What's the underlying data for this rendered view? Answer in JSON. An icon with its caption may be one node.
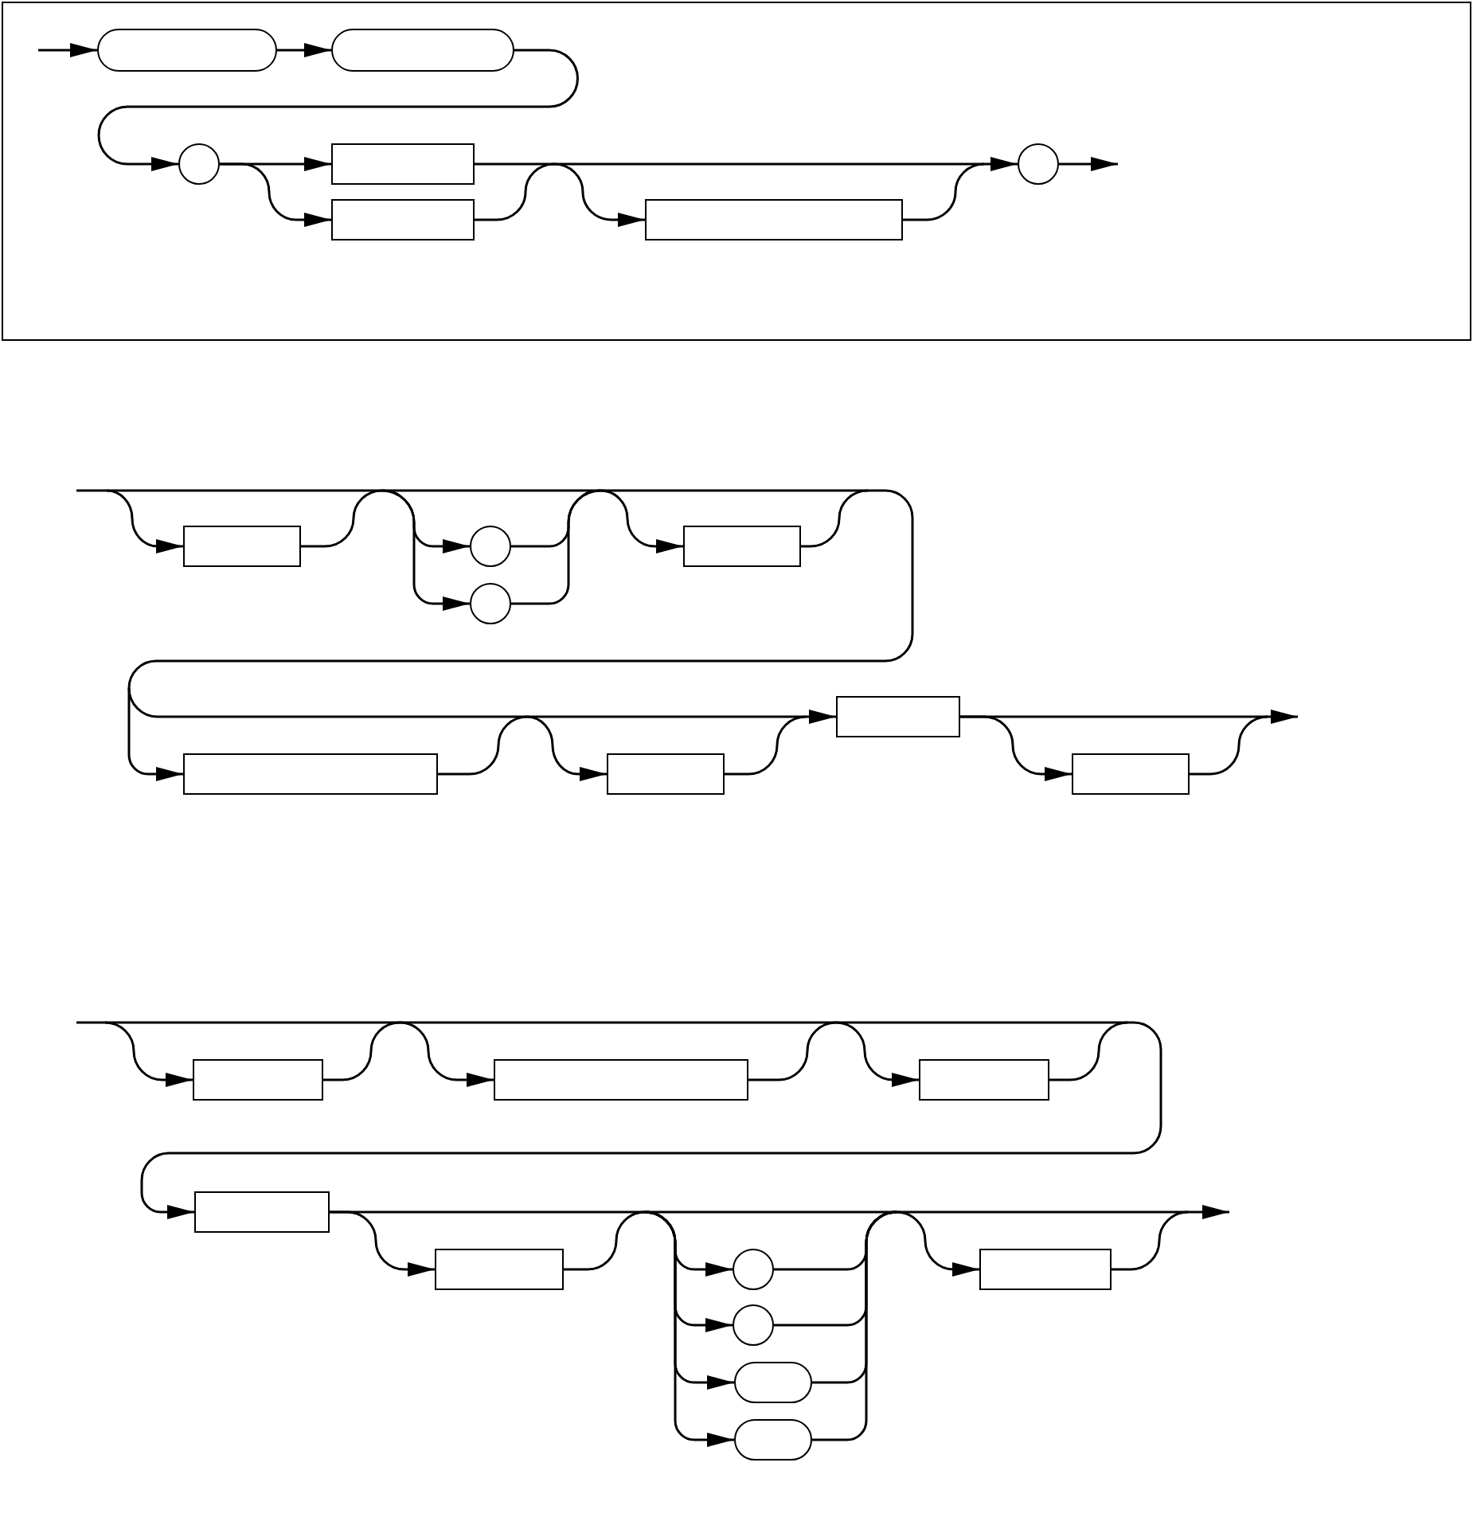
{
  "diagram": {
    "nodes": [
      {
        "text": [],
        "shape": "box"
      },
      {
        "text": [],
        "shape": "pill",
        "in": 0
      },
      {
        "text": [],
        "shape": "pill",
        "in": 0
      },
      {
        "text": [],
        "shape": "circle",
        "in": 0
      },
      {
        "text": [],
        "shape": "box",
        "in": 0
      },
      {
        "text": [],
        "shape": "box",
        "in": 0
      },
      {
        "text": [],
        "shape": "box",
        "in": 0
      },
      {
        "text": [],
        "shape": "circle",
        "in": 0
      },
      {
        "text": [],
        "shape": "box"
      },
      {
        "text": [],
        "shape": "circle"
      },
      {
        "text": [],
        "shape": "circle"
      },
      {
        "text": [],
        "shape": "box"
      },
      {
        "text": [],
        "shape": "box"
      },
      {
        "text": [],
        "shape": "box"
      },
      {
        "text": [],
        "shape": "box"
      },
      {
        "text": [],
        "shape": "box"
      },
      {
        "text": [],
        "shape": "box"
      },
      {
        "text": [],
        "shape": "box"
      },
      {
        "text": [],
        "shape": "box"
      },
      {
        "text": [],
        "shape": "box"
      },
      {
        "text": [],
        "shape": "box"
      },
      {
        "text": [],
        "shape": "circle"
      },
      {
        "text": [],
        "shape": "circle"
      },
      {
        "text": [],
        "shape": "pill"
      },
      {
        "text": [],
        "shape": "pill"
      },
      {
        "text": [],
        "shape": "box"
      }
    ],
    "edges": [
      {
        "from": null,
        "to": 1,
        "arrow": "to"
      },
      {
        "from": 1,
        "to": 2,
        "arrow": "to"
      },
      {
        "from": 2,
        "to": 3,
        "arrow": "to"
      },
      {
        "from": 3,
        "to": 4,
        "arrow": "to"
      },
      {
        "from": 3,
        "to": 5,
        "arrow": "to"
      },
      {
        "from": 4,
        "to": 6,
        "arrow": "to"
      },
      {
        "from": 4,
        "to": 7,
        "arrow": "to"
      },
      {
        "from": 5,
        "to": 6,
        "arrow": "to"
      },
      {
        "from": 5,
        "to": 7,
        "arrow": "to"
      },
      {
        "from": 6,
        "to": 7,
        "arrow": "to"
      },
      {
        "from": 7,
        "to": null,
        "arrow": "to"
      },
      {
        "from": null,
        "to": 8,
        "arrow": "to"
      },
      {
        "from": null,
        "to": 9,
        "arrow": "to"
      },
      {
        "from": null,
        "to": 10,
        "arrow": "to"
      },
      {
        "from": null,
        "to": 11,
        "arrow": "to"
      },
      {
        "from": null,
        "to": 12,
        "arrow": "to"
      },
      {
        "from": null,
        "to": 13,
        "arrow": "to"
      },
      {
        "from": null,
        "to": 14,
        "arrow": "to"
      },
      {
        "from": 8,
        "to": 9,
        "arrow": "to"
      },
      {
        "from": 8,
        "to": 10,
        "arrow": "to"
      },
      {
        "from": 8,
        "to": 11,
        "arrow": "to"
      },
      {
        "from": 8,
        "to": 12,
        "arrow": "to"
      },
      {
        "from": 8,
        "to": 13,
        "arrow": "to"
      },
      {
        "from": 8,
        "to": 14,
        "arrow": "to"
      },
      {
        "from": 9,
        "to": 11,
        "arrow": "to"
      },
      {
        "from": 9,
        "to": 12,
        "arrow": "to"
      },
      {
        "from": 9,
        "to": 13,
        "arrow": "to"
      },
      {
        "from": 9,
        "to": 14,
        "arrow": "to"
      },
      {
        "from": 10,
        "to": 11,
        "arrow": "to"
      },
      {
        "from": 10,
        "to": 12,
        "arrow": "to"
      },
      {
        "from": 10,
        "to": 13,
        "arrow": "to"
      },
      {
        "from": 10,
        "to": 14,
        "arrow": "to"
      },
      {
        "from": 11,
        "to": 12,
        "arrow": "to"
      },
      {
        "from": 11,
        "to": 13,
        "arrow": "to"
      },
      {
        "from": 11,
        "to": 14,
        "arrow": "to"
      },
      {
        "from": 12,
        "to": 13,
        "arrow": "to"
      },
      {
        "from": 12,
        "to": 14,
        "arrow": "to"
      },
      {
        "from": 13,
        "to": 14,
        "arrow": "to"
      },
      {
        "from": 14,
        "to": 15,
        "arrow": "to"
      },
      {
        "from": 14,
        "to": null,
        "arrow": "to"
      },
      {
        "from": 15,
        "to": null,
        "arrow": "to"
      },
      {
        "from": null,
        "to": 16,
        "arrow": "to"
      },
      {
        "from": null,
        "to": 17,
        "arrow": "to"
      },
      {
        "from": null,
        "to": 18,
        "arrow": "to"
      },
      {
        "from": null,
        "to": 19,
        "arrow": "to"
      },
      {
        "from": 16,
        "to": 17,
        "arrow": "to"
      },
      {
        "from": 16,
        "to": 18,
        "arrow": "to"
      },
      {
        "from": 16,
        "to": 19,
        "arrow": "to"
      },
      {
        "from": 17,
        "to": 18,
        "arrow": "to"
      },
      {
        "from": 17,
        "to": 19,
        "arrow": "to"
      },
      {
        "from": 18,
        "to": 19,
        "arrow": "to"
      },
      {
        "from": 19,
        "to": 20,
        "arrow": "to"
      },
      {
        "from": 19,
        "to": 21,
        "arrow": "to"
      },
      {
        "from": 19,
        "to": 22,
        "arrow": "to"
      },
      {
        "from": 19,
        "to": 23,
        "arrow": "to"
      },
      {
        "from": 19,
        "to": 24,
        "arrow": "to"
      },
      {
        "from": 19,
        "to": 25,
        "arrow": "to"
      },
      {
        "from": 19,
        "to": null,
        "arrow": "to"
      },
      {
        "from": 20,
        "to": 21,
        "arrow": "to"
      },
      {
        "from": 20,
        "to": 22,
        "arrow": "to"
      },
      {
        "from": 20,
        "to": 23,
        "arrow": "to"
      },
      {
        "from": 20,
        "to": 24,
        "arrow": "to"
      },
      {
        "from": 20,
        "to": 25,
        "arrow": "to"
      },
      {
        "from": 20,
        "to": null,
        "arrow": "to"
      },
      {
        "from": 21,
        "to": 25,
        "arrow": "to"
      },
      {
        "from": 21,
        "to": null,
        "arrow": "to"
      },
      {
        "from": 22,
        "to": 25,
        "arrow": "to"
      },
      {
        "from": 22,
        "to": null,
        "arrow": "to"
      },
      {
        "from": 23,
        "to": 25,
        "arrow": "to"
      },
      {
        "from": 23,
        "to": null,
        "arrow": "to"
      },
      {
        "from": 24,
        "to": 25,
        "arrow": "to"
      },
      {
        "from": 24,
        "to": null,
        "arrow": "to"
      },
      {
        "from": 25,
        "to": null,
        "arrow": "to"
      }
    ]
  }
}
